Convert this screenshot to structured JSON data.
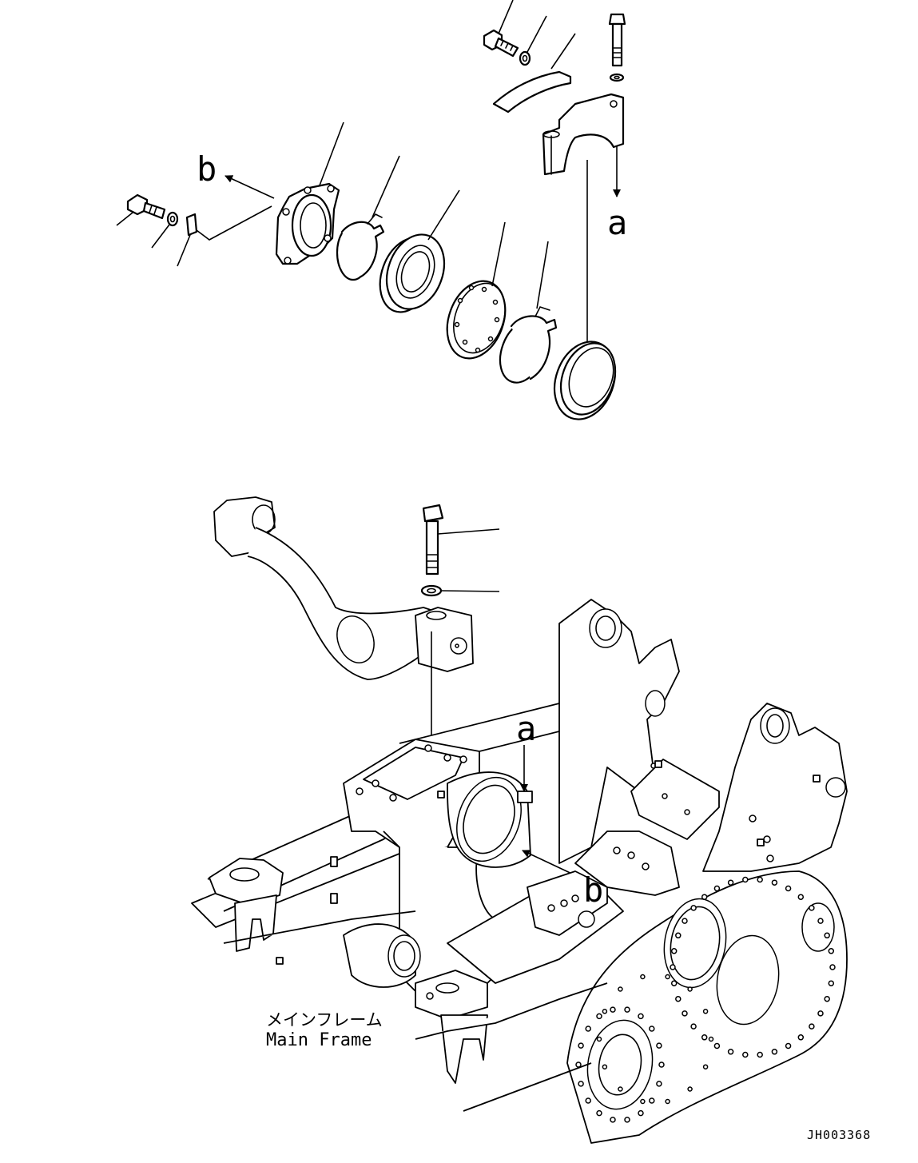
{
  "callouts": {
    "b_top": "b",
    "a_top": "a",
    "a_bottom": "a",
    "b_bottom": "b"
  },
  "frame_label": {
    "japanese": "メインフレーム",
    "english": "Main Frame"
  },
  "reference_code": "JH003368"
}
